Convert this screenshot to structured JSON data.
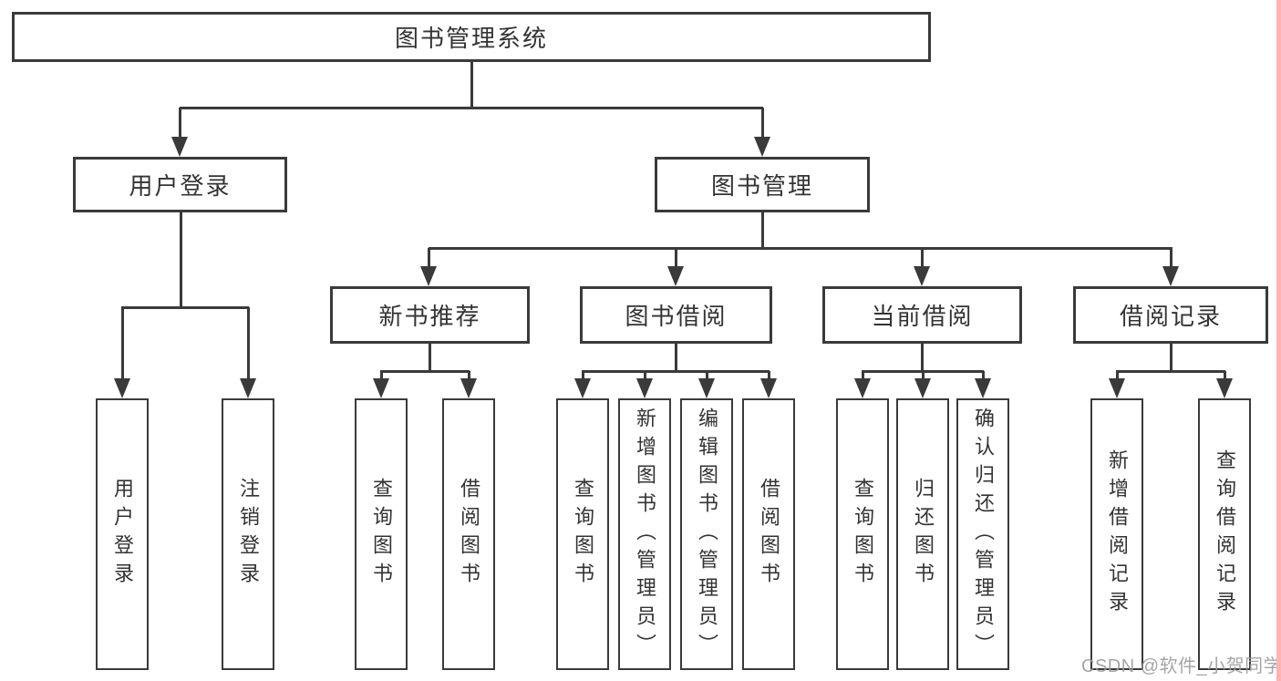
{
  "nodes": {
    "root": "图书管理系统",
    "user_login": "用户登录",
    "book_management": "图书管理",
    "new_book_recommend": "新书推荐",
    "book_borrowing": "图书借阅",
    "current_borrowing": "当前借阅",
    "borrowing_records": "借阅记录",
    "user_login_children": [
      "用户登录",
      "注销登录"
    ],
    "new_book_children": [
      "查询图书",
      "借阅图书"
    ],
    "book_borrowing_children": [
      "查询图书",
      "新增图书（管理员）",
      "编辑图书（管理员）",
      "借阅图书"
    ],
    "current_borrowing_children": [
      "查询图书",
      "归还图书",
      "确认归还（管理员）"
    ],
    "borrowing_records_children": [
      "新增借阅记录",
      "查询借阅记录"
    ]
  },
  "watermark": "CSDN @软件_小贺同学",
  "colors": {
    "line": "#3a3a3a",
    "box_background": "#ffffff",
    "text": "#333333",
    "watermark": "#9b9b9b",
    "right_edge_strip": "#ffb3b3"
  }
}
